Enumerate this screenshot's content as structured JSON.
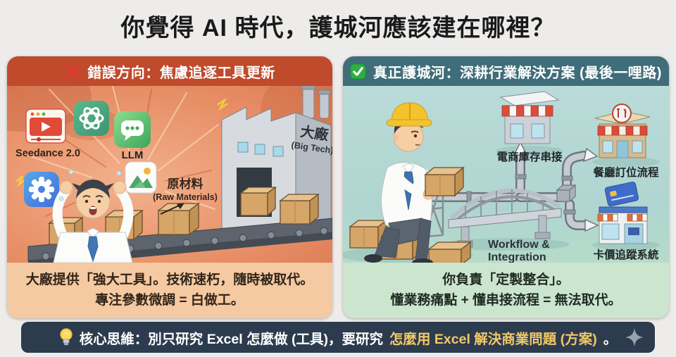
{
  "title": "你覺得 AI 時代，護城河應該建在哪裡？",
  "left_panel": {
    "header": {
      "icon": "x-mark-icon",
      "label": "錯誤方向：焦慮追逐工具更新"
    },
    "illustration": {
      "seedance_label": "Seedance 2.0",
      "llm_label": "LLM",
      "raw_materials_zh": "原材料",
      "raw_materials_en": "(Raw Materials)",
      "big_tech_zh": "大廠",
      "big_tech_en": "(Big Tech)"
    },
    "caption": {
      "line1": "大廠提供「強大工具」。技術速朽，隨時被取代。",
      "line2": "專注參數微調 = 白做工。"
    }
  },
  "right_panel": {
    "header": {
      "icon": "check-mark-icon",
      "label": "真正護城河：深耕行業解決方案 (最後一哩路)"
    },
    "illustration": {
      "ecommerce_label": "電商庫存串接",
      "restaurant_label": "餐廳訂位流程",
      "card_tracking_label": "卡價追蹤系統",
      "workflow_label_line1": "Workflow &",
      "workflow_label_line2": "Integration"
    },
    "caption": {
      "line1": "你負責「定製整合」。",
      "line2": "懂業務痛點 + 懂串接流程 = 無法取代。"
    }
  },
  "footer": {
    "icon": "lightbulb-icon",
    "text_prefix": "核心思維：別只研究 Excel 怎麼做 (工具)，要研究",
    "text_highlight": "怎麼用 Excel 解決商業問題 (方案)",
    "text_suffix": "。",
    "sparkle_icon": "sparkle-icon"
  },
  "colors": {
    "page_background": "#edecea",
    "title_text": "#1a1a1a",
    "left_header_bg": "#bf4a2c",
    "left_body": "#e8926a",
    "left_caption_bg": "#f5c9a1",
    "right_header_bg": "#3f6d79",
    "right_body": "#b3d6d2",
    "right_caption_bg": "#cbe5cf",
    "footer_bg": "#2c3c4e",
    "footer_highlight_text": "#f3c868",
    "error_red": "#e0372b",
    "success_green": "#2fae44"
  }
}
